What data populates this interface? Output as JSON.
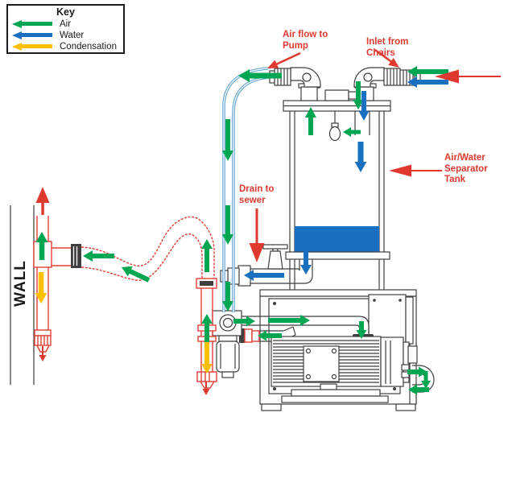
{
  "key": {
    "title": "Key",
    "items": [
      {
        "id": "air",
        "label": "Air"
      },
      {
        "id": "water",
        "label": "Water"
      },
      {
        "id": "condensation",
        "label": "Condensation"
      }
    ]
  },
  "labels": {
    "air_flow_to_pump": "Air flow to Pump",
    "inlet_from_chairs": "Inlet from Chairs",
    "drain_to_sewer": "Drain to sewer",
    "separator_tank": "Air/Water Separator Tank",
    "wall": "WALL"
  },
  "colors": {
    "air": "#00A651",
    "water": "#1A70C0",
    "condensation": "#FFC000",
    "annotation": "#E03A30",
    "pipe_red": "#E04038",
    "hose_blue": "#66A9D4",
    "line": "#3F3F3F",
    "water_fill": "#1A70C0"
  }
}
